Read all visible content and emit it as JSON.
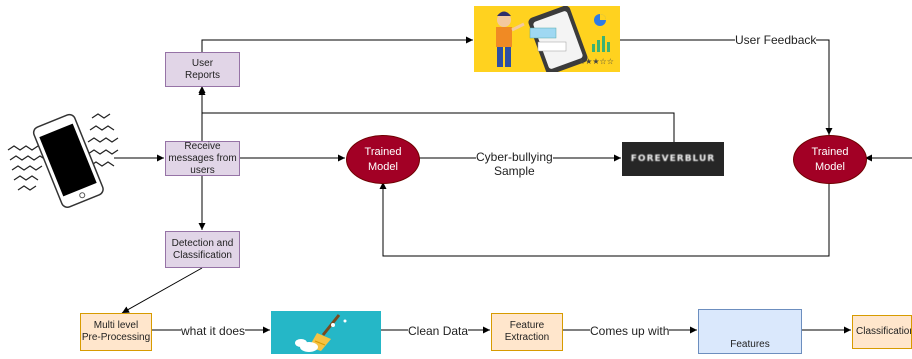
{
  "nodes": {
    "user_reports": "User\nReports",
    "receive_messages": "Receive\nmessages from\nusers",
    "detection": "Detection and\nClassification",
    "trained_model_1": "Trained\nModel",
    "trained_model_2": "Trained\nModel",
    "multi_level": "Multi level\nPre-Processing",
    "feature_extraction": "Feature\nExtraction",
    "features": "Features",
    "classification": "Classification",
    "blurred_tile": "FOREVERBLUR"
  },
  "edge_labels": {
    "user_feedback": "User Feedback",
    "cyberbullying": "Cyber-bullying\nSample",
    "what_it_does": "what it does",
    "clean_data": "Clean Data",
    "comes_up_with": "Comes up with"
  },
  "colors": {
    "purple_fill": "#e1d5e7",
    "orange_fill": "#ffe6cc",
    "blue_fill": "#dae8fc",
    "model_fill": "#a20025",
    "illustration_bg": "#ffd21f",
    "cleaning_bg": "#25b7c7"
  },
  "icons": [
    "smartphone-icon",
    "feedback-illustration-icon",
    "broom-cleaning-icon",
    "feature-vector-icon"
  ]
}
